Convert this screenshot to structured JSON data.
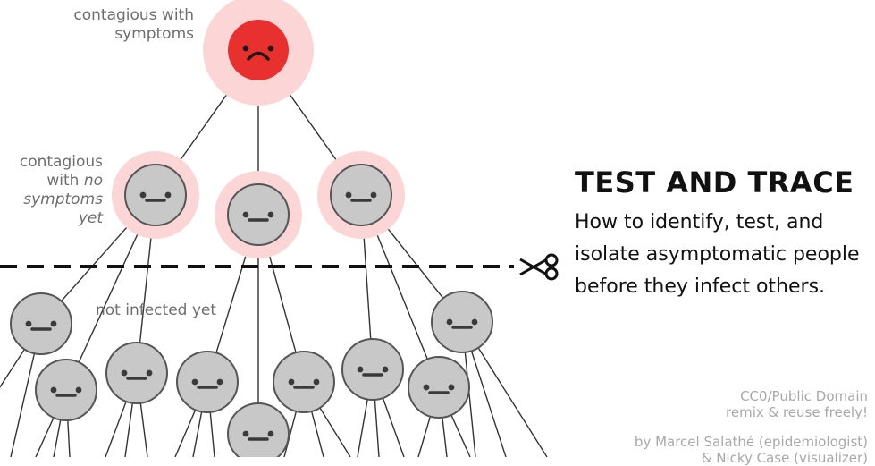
{
  "labels": {
    "contagious_symptoms": [
      "contagious with",
      "symptoms"
    ],
    "contagious_no_symptoms": [
      "contagious",
      "with",
      "no",
      "symptoms",
      "yet"
    ],
    "not_infected": "not infected yet"
  },
  "info": {
    "title": "TEST AND TRACE",
    "description": "How to identify, test, and isolate asymptomatic people before they infect others."
  },
  "credits": {
    "license_line1": "CC0/Public Domain",
    "license_line2": "remix & reuse freely!",
    "author_line1": "by Marcel Salathé (epidemiologist)",
    "author_line2": "& Nicky Case (visualizer)"
  },
  "colors": {
    "sick": "#e8302f",
    "halo": "#fcd6d6",
    "healthy": "#c8c8c8",
    "outline": "#555555",
    "dashed_line": "#111111"
  },
  "icons": {
    "scissors": "scissors-icon"
  }
}
